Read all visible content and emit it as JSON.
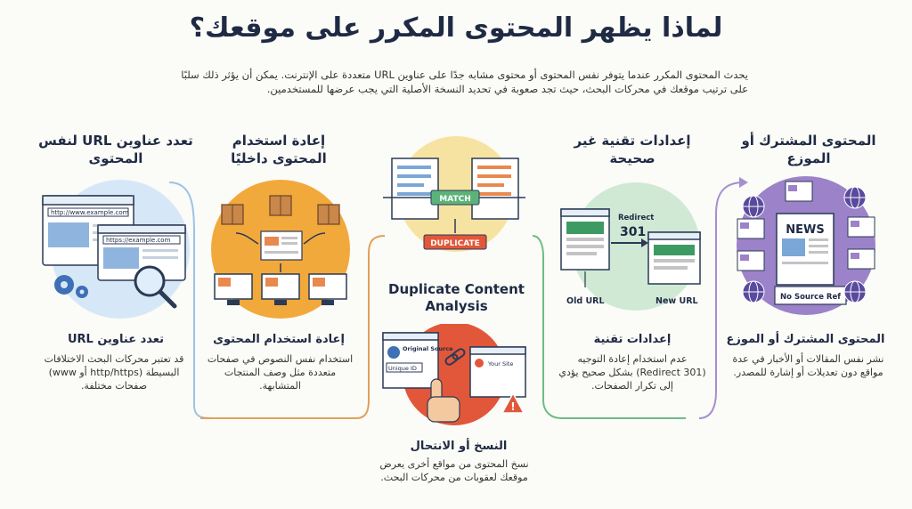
{
  "title": "لماذا يظهر المحتوى المكرر على موقعك؟",
  "intro": "يحدث المحتوى المكرر عندما يتوفر نفس المحتوى أو محتوى مشابه جدًا على عناوين URL متعددة على الإنترنت. يمكن أن يؤثر ذلك سلبًا على ترتيب موقعك في محركات البحث، حيث تجد صعوبة في تحديد النسخة الأصلية التي يجب عرضها للمستخدمين.",
  "center": {
    "title": "Duplicate Content Analysis",
    "match_label": "MATCH",
    "duplicate_label": "DUPLICATE",
    "original_source": "Original Source",
    "unique_id": "Unique ID",
    "your_site": "Your Site"
  },
  "sections": {
    "multiple_urls": {
      "heading": "تعدد عناوين URL لنفس المحتوى",
      "url1": "http://www.example.com",
      "url2": "https://example.com",
      "subtitle": "تعدد عناوين URL",
      "description": "قد تعتبر محركات البحث الاختلافات البسيطة (http/https أو www) صفحات مختلفة."
    },
    "internal_reuse": {
      "heading": "إعادة استخدام المحتوى داخليًا",
      "subtitle": "إعادة استخدام المحتوى",
      "description": "استخدام نفس النصوص في صفحات متعددة مثل وصف المنتجات المتشابهة."
    },
    "scraping": {
      "subtitle": "النسخ أو الانتحال",
      "description": "نسخ المحتوى من مواقع أخرى يعرض موقعك لعقوبات من محركات البحث."
    },
    "technical": {
      "heading": "إعدادات تقنية غير صحيحة",
      "redirect_label": "Redirect",
      "redirect_code": "301",
      "old_url": "Old URL",
      "new_url": "New URL",
      "subtitle": "إعدادات تقنية",
      "description": "عدم استخدام إعادة التوجيه (Redirect 301) بشكل صحيح يؤدي إلى تكرار الصفحات."
    },
    "syndicated": {
      "heading": "المحتوى المشترك أو الموزع",
      "news_label": "NEWS",
      "no_source": "No Source Ref",
      "subtitle": "المحتوى المشترك أو الموزع",
      "description": "نشر نفس المقالات أو الأخبار في عدة مواقع دون تعديلات أو إشارة للمصدر."
    }
  },
  "colors": {
    "blue": "#d6e8f7",
    "orange": "#f2a93b",
    "green": "#cfe9d5",
    "purple": "#9b82c9",
    "red": "#e2573a",
    "yellow": "#f7e3a1"
  }
}
